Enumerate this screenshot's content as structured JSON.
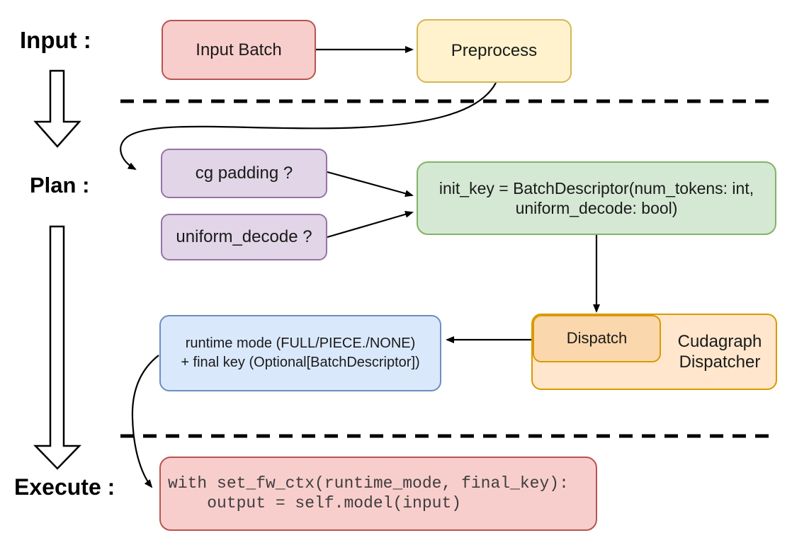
{
  "stages": {
    "input_label": "Input :",
    "plan_label": "Plan :",
    "execute_label": "Execute :"
  },
  "nodes": {
    "input_batch": {
      "label": "Input Batch"
    },
    "preprocess": {
      "label": "Preprocess"
    },
    "cg_padding": {
      "label": "cg padding ?"
    },
    "uniform_decode": {
      "label": "uniform_decode ?"
    },
    "init_key": {
      "line1": "init_key = BatchDescriptor(num_tokens: int,",
      "line2": "uniform_decode: bool)"
    },
    "dispatch": {
      "label": "Dispatch"
    },
    "cudagraph_dispatcher": {
      "line1": "Cudagraph",
      "line2": "Dispatcher"
    },
    "runtime_mode": {
      "line1": "runtime mode (FULL/PIECE./NONE)",
      "line2": "+ final key (Optional[BatchDescriptor])"
    },
    "execute_code": {
      "line1": "with set_fw_ctx(runtime_mode, final_key):",
      "line2": "    output = self.model(input)"
    }
  },
  "colors": {
    "red_fill": "#f8cecc",
    "red_stroke": "#b85450",
    "yellow_fill": "#fff2cc",
    "yellow_stroke": "#d6b656",
    "purple_fill": "#e1d5e7",
    "purple_stroke": "#9673a6",
    "green_fill": "#d5e8d4",
    "green_stroke": "#82b366",
    "blue_fill": "#dae8fc",
    "blue_stroke": "#6c8ebf",
    "orange_fill": "#ffe6cc",
    "orange_inner_fill": "#fad7ac",
    "orange_stroke": "#d79b00",
    "line": "#000000"
  }
}
